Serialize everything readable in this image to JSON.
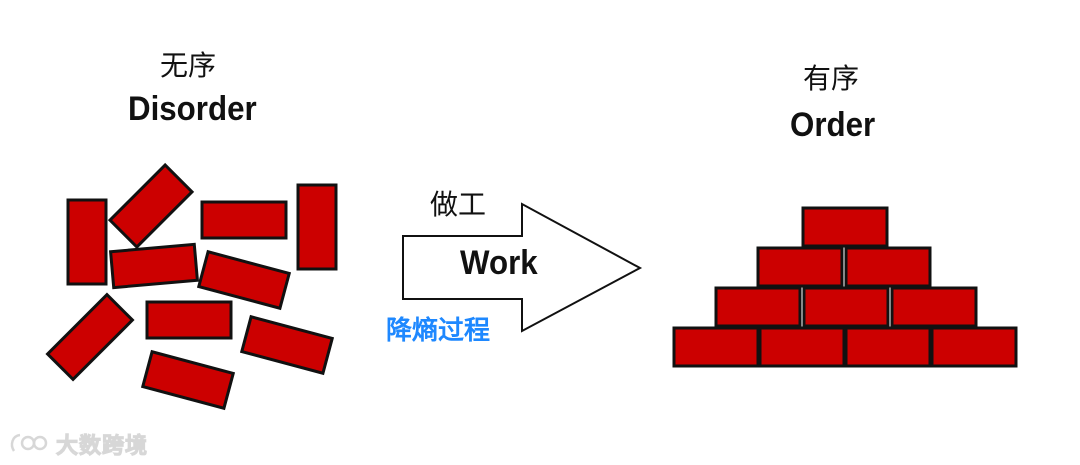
{
  "disorder": {
    "title_cn": "无序",
    "title_en": "Disorder"
  },
  "order": {
    "title_cn": "有序",
    "title_en": "Order"
  },
  "work": {
    "label_cn": "做工",
    "label_en": "Work",
    "process_label": "降熵过程"
  },
  "watermark": {
    "text": "大数跨境"
  },
  "colors": {
    "brick": "#cc0000",
    "brick_outline": "#111111",
    "process_blue": "#1e88ff"
  },
  "icons": [
    "brick-icon",
    "arrow-icon",
    "watermark-logo-icon"
  ]
}
